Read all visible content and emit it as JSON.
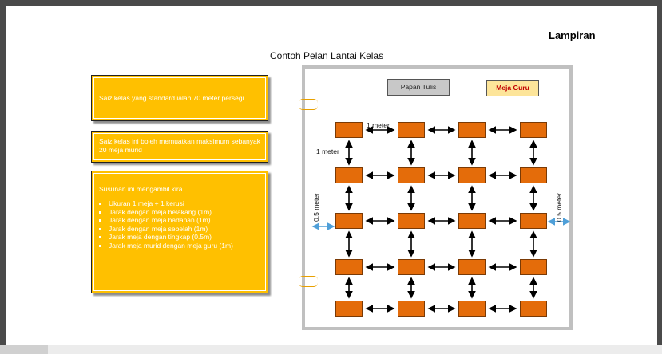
{
  "header": {
    "lampiran": "Lampiran",
    "title": "Contoh Pelan Lantai Kelas"
  },
  "notes": {
    "size_text": "Saiz kelas yang standard ialah 70 meter persegi",
    "capacity_text": "Saiz kelas ini boleh memuatkan maksimum sebanyak 20 meja murid",
    "arrangement_intro": "Susunan ini mengambil kira",
    "arrangement_items": [
      "Ukuran 1 meja + 1 kerusi",
      "Jarak dengan meja belakang (1m)",
      "Jarak dengan meja hadapan (1m)",
      "Jarak dengan meja sebelah (1m)",
      "Jarak meja dengan tingkap (0.5m)",
      "Jarak meja murid dengan meja guru (1m)"
    ]
  },
  "plan": {
    "board_label": "Papan Tulis",
    "teacher_desk_label": "Meja Guru",
    "horizontal_gap_label": "1 meter",
    "vertical_gap_label": "1 meter",
    "left_window_gap_label": "0.5 meter",
    "right_window_gap_label": "0.5 meter",
    "rows": 5,
    "columns": 4,
    "colors": {
      "desk": "#e46c0a",
      "note": "#ffc000",
      "teacher_desk": "#fde59a",
      "board": "#c8c8c8",
      "window_arrow": "#4f9fd8"
    }
  }
}
